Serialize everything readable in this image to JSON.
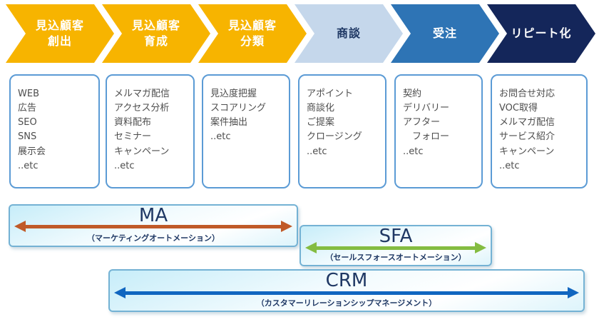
{
  "stages": [
    {
      "label": "見込顧客\n創出",
      "color_role": "yellow"
    },
    {
      "label": "見込顧客\n育成",
      "color_role": "yellow"
    },
    {
      "label": "見込顧客\n分類",
      "color_role": "yellow"
    },
    {
      "label": "商談",
      "color_role": "light-blue"
    },
    {
      "label": "受注",
      "color_role": "mid-blue"
    },
    {
      "label": "リピート化",
      "color_role": "navy"
    }
  ],
  "details": [
    {
      "items": "WEB\n広告\nSEO\nSNS\n展示会\n..etc"
    },
    {
      "items": "メルマガ配信\nアクセス分析\n資料配布\nセミナー\nキャンペーン\n..etc"
    },
    {
      "items": "見込度把握\nスコアリング\n案件抽出\n..etc"
    },
    {
      "items": "アポイント\n商談化\nご提案\nクロージング\n..etc"
    },
    {
      "items": "契約\nデリバリー\nアフター\n　フォロー\n..etc"
    },
    {
      "items": "お問合せ対応\nVOC取得\nメルマガ配信\nサービス紹介\nキャンペーン\n..etc"
    }
  ],
  "tools": [
    {
      "name": "MA",
      "caption": "（マーケティングオートメーション）"
    },
    {
      "name": "SFA",
      "caption": "（セールスフォースオートメーション）"
    },
    {
      "name": "CRM",
      "caption": "（カスタマーリレーションシップマネージメント）"
    }
  ],
  "colors": {
    "chevron_yellow": "#F7B400",
    "chevron_light_blue": "#C5D7EB",
    "chevron_mid_blue": "#2E74B5",
    "chevron_navy": "#14265A",
    "dark_navy_text": "#1F3864",
    "box_border": "#5B9BD5",
    "box_text": "#4D4D4D",
    "bar_border": "#74B2D4",
    "bar_bg_top": "#C7EDF9",
    "bar_title": "#1F3864",
    "ma_arrow": "#C05A28",
    "sfa_arrow": "#84BC41",
    "crm_arrow": "#1066C0"
  }
}
